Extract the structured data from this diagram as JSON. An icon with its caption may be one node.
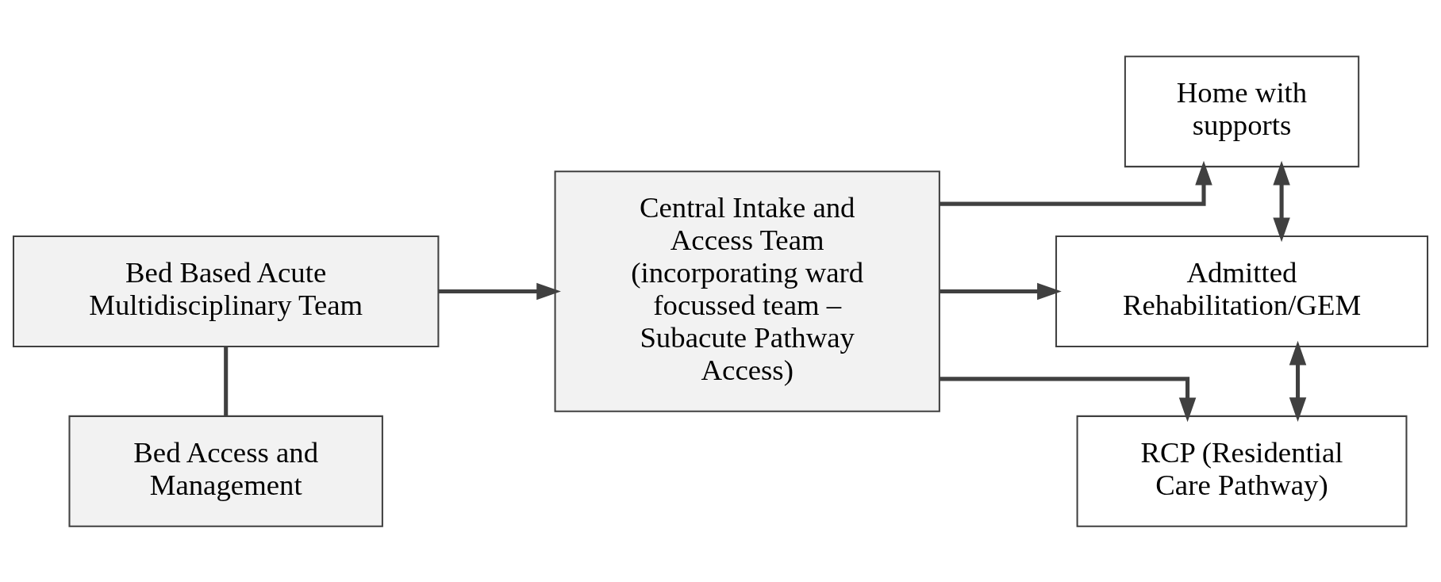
{
  "diagram": {
    "nodes": [
      {
        "text": [
          "Bed Based Acute Multidisciplinary Team"
        ]
      },
      {
        "text": [
          "Bed Access and Management"
        ]
      },
      {
        "text": [
          "Central Intake and Access Team (incorporating ward focussed team – Subacute Pathway Access)"
        ]
      },
      {
        "text": [
          "Home with supports"
        ]
      },
      {
        "text": [
          "Admitted Rehabilitation/GEM"
        ]
      },
      {
        "text": [
          "RCP (Residential Care Pathway)"
        ]
      }
    ],
    "edges": [
      {
        "from": 0,
        "to": 1,
        "arrow": "none"
      },
      {
        "from": 0,
        "to": 2,
        "arrow": "to"
      },
      {
        "from": 2,
        "to": 3,
        "arrow": "to"
      },
      {
        "from": 2,
        "to": 4,
        "arrow": "to"
      },
      {
        "from": 2,
        "to": 5,
        "arrow": "to"
      },
      {
        "from": 3,
        "to": 4,
        "arrow": "both"
      },
      {
        "from": 4,
        "to": 5,
        "arrow": "both"
      }
    ]
  }
}
